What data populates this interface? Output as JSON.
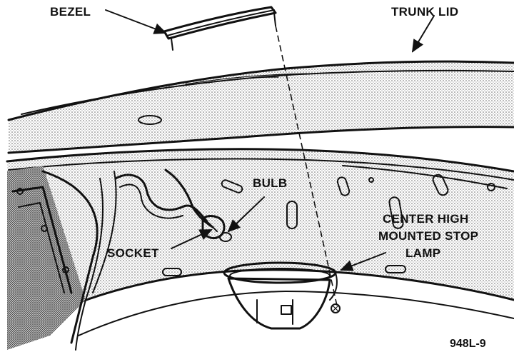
{
  "labels": {
    "bezel": "BEZEL",
    "trunk_lid": "TRUNK LID",
    "bulb": "BULB",
    "socket": "SOCKET",
    "chmsl_line1": "CENTER HIGH",
    "chmsl_line2": "MOUNTED STOP",
    "chmsl_line3": "LAMP"
  },
  "figure_number": "948L-9",
  "colors": {
    "ink": "#111111",
    "background": "#ffffff",
    "shading": "#7a7a7a"
  }
}
